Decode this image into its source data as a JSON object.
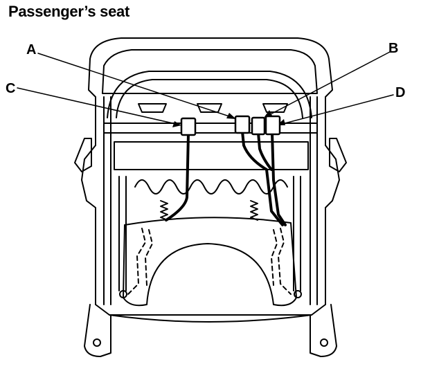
{
  "title": "Passenger’s seat",
  "callouts": {
    "a": "A",
    "b": "B",
    "c": "C",
    "d": "D"
  },
  "colors": {
    "ink": "#000000",
    "paper": "#ffffff"
  }
}
